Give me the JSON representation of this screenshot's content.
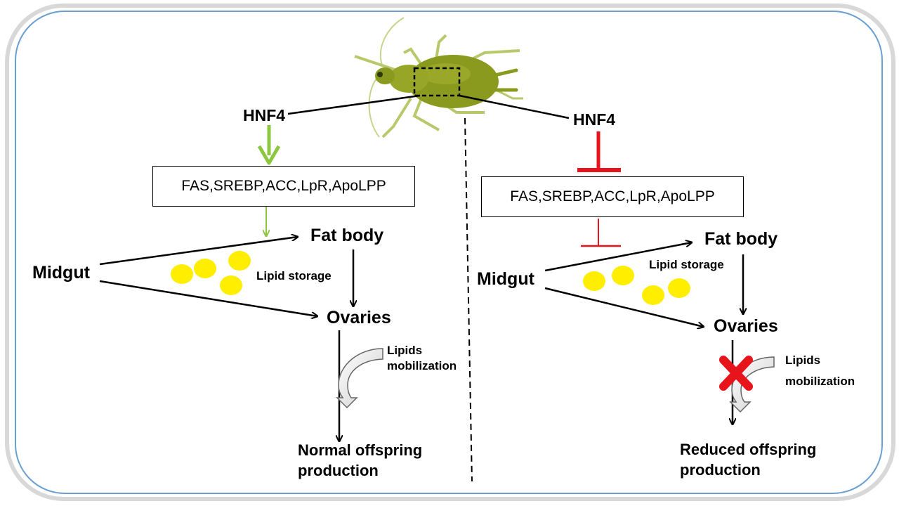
{
  "left": {
    "hnf4": "HNF4",
    "genes": "FAS,SREBP,ACC,LpR,ApoLPP",
    "fat_body": "Fat body",
    "midgut": "Midgut",
    "lipid_storage": "Lipid storage",
    "ovaries": "Ovaries",
    "mobilization_line1": "Lipids",
    "mobilization_line2": "mobilization",
    "outcome_line1": "Normal offspring",
    "outcome_line2": "production"
  },
  "right": {
    "hnf4": "HNF4",
    "genes": "FAS,SREBP,ACC,LpR,ApoLPP",
    "fat_body": "Fat body",
    "midgut": "Midgut",
    "lipid_storage": "Lipid storage",
    "ovaries": "Ovaries",
    "mobilization_line1": "Lipids",
    "mobilization_line2": "mobilization",
    "outcome_line1": "Reduced offspring",
    "outcome_line2": "production"
  },
  "colors": {
    "frame": "#6a9fd0",
    "activation": "#8dc63f",
    "inhibition": "#e8141b",
    "lipid": "#ffee00",
    "insect_body": "#8a9a1e"
  }
}
